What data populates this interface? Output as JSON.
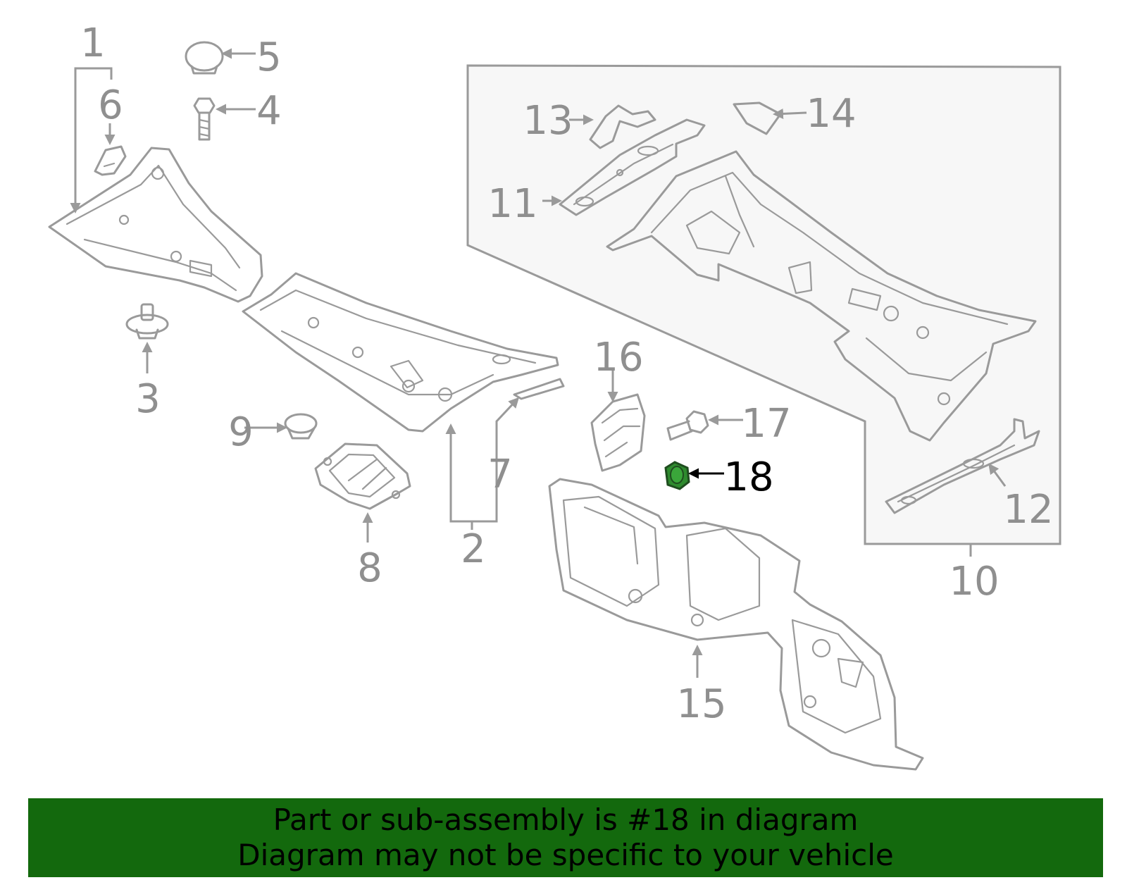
{
  "diagram": {
    "callouts": [
      "1",
      "2",
      "3",
      "4",
      "5",
      "6",
      "7",
      "8",
      "9",
      "10",
      "11",
      "12",
      "13",
      "14",
      "15",
      "16",
      "17",
      "18"
    ],
    "highlighted_part": "18",
    "colors": {
      "line": "#9a9a9a",
      "label": "#8f8f8f",
      "highlight_fill": "#2e8b2e",
      "highlight_label": "#000000",
      "banner_bg": "#13690d",
      "group_box_bg": "#f7f7f7"
    }
  },
  "banner": {
    "line1": "Part or sub-assembly is #18 in diagram",
    "line2": "Diagram may not be specific to your vehicle"
  }
}
